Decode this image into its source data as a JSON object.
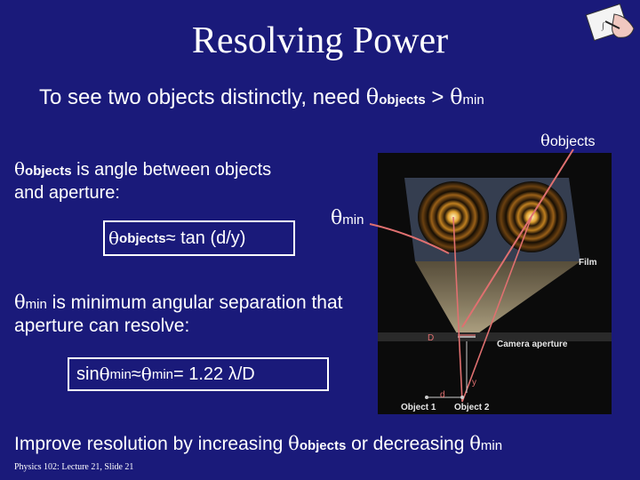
{
  "slide": {
    "title": "Resolving Power",
    "line1": {
      "prefix": "To see two objects distinctly, need ",
      "theta": "θ",
      "objects_sub": "objects",
      "gt": " > ",
      "theta2": "θ",
      "min_sub": "min"
    },
    "theta_objects_label": {
      "theta": "θ",
      "sub": "objects"
    },
    "def_objects": {
      "theta": "θ",
      "sub": "objects",
      "text": " is angle between objects and aperture:"
    },
    "formula_objects": {
      "theta": "θ",
      "sub": "objects",
      "text": " ≈ tan (d/y)"
    },
    "theta_min_label": {
      "theta": "θ",
      "sub": "min"
    },
    "def_min": {
      "theta": "θ",
      "sub": "min",
      "text": " is minimum angular separation that aperture can resolve:"
    },
    "formula_min": {
      "prefix": "sin ",
      "theta": "θ",
      "sub": "min",
      "approx": " ≈ ",
      "theta2": "θ",
      "sub2": "min",
      "text": " = 1.22 λ/D"
    },
    "bottom": {
      "prefix": "Improve resolution by increasing ",
      "theta": "θ",
      "sub": "objects",
      "mid": " or decreasing ",
      "theta2": "θ",
      "sub2": "min"
    },
    "footer": "Physics 102: Lecture 21, Slide 21"
  },
  "figure": {
    "film_label": "Film",
    "aperture_label": "Camera aperture",
    "object1_label": "Object 1",
    "object2_label": "Object 2",
    "D_label": "D",
    "d_label": "d",
    "y_label": "y"
  },
  "colors": {
    "background": "#1a1a7a",
    "text": "#ffffff",
    "arrow": "#e07070"
  }
}
